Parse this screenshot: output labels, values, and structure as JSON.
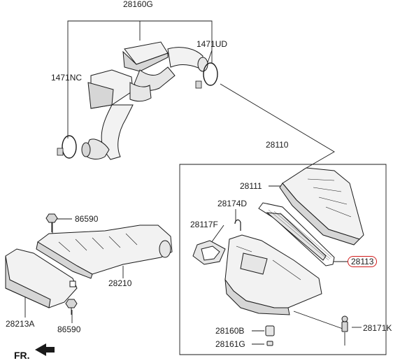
{
  "diagram": {
    "labels": {
      "p28160G": "28160G",
      "p1471UD": "1471UD",
      "p1471NC": "1471NC",
      "p28110": "28110",
      "p28111": "28111",
      "p28174D": "28174D",
      "p28117F": "28117F",
      "p28113": "28113",
      "p86590_top": "86590",
      "p86590_bottom": "86590",
      "p28210": "28210",
      "p28213A": "28213A",
      "p28160B": "28160B",
      "p28161G": "28161G",
      "p28171K": "28171K"
    },
    "direction_label": "FR.",
    "highlighted_part": "28113",
    "colors": {
      "line": "#1a1a1a",
      "highlight": "#d11a1a",
      "part_fill": "#f2f2f2",
      "part_shade": "#d6d6d6"
    }
  }
}
